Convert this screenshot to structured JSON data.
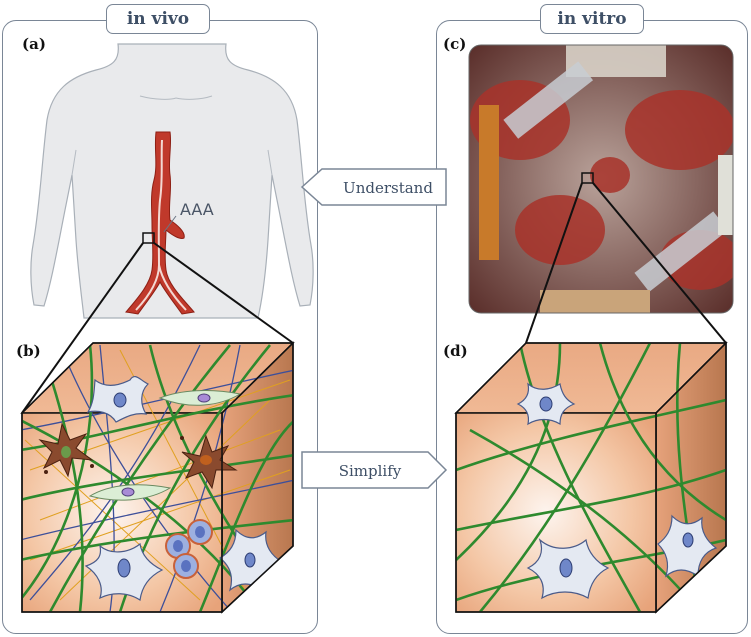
{
  "left_panel": {
    "title": "in vivo",
    "label_a": "(a)",
    "label_b": "(b)",
    "aaa_label": "AAA"
  },
  "right_panel": {
    "title": "in vitro",
    "label_c": "(c)",
    "label_d": "(d)"
  },
  "arrows": {
    "understand": "Understand",
    "simplify": "Simplify"
  },
  "colors": {
    "frame": "#7a8696",
    "title_text": "#3e4f66",
    "body": "#e9eaec",
    "aorta": "#c0392b",
    "fiber_green": "#2e8a2e",
    "fiber_blue": "#3d4f9a",
    "fiber_orange": "#e0a020",
    "cube_face": "#f3c9a8",
    "photo_bg": "#5a2e2a"
  }
}
